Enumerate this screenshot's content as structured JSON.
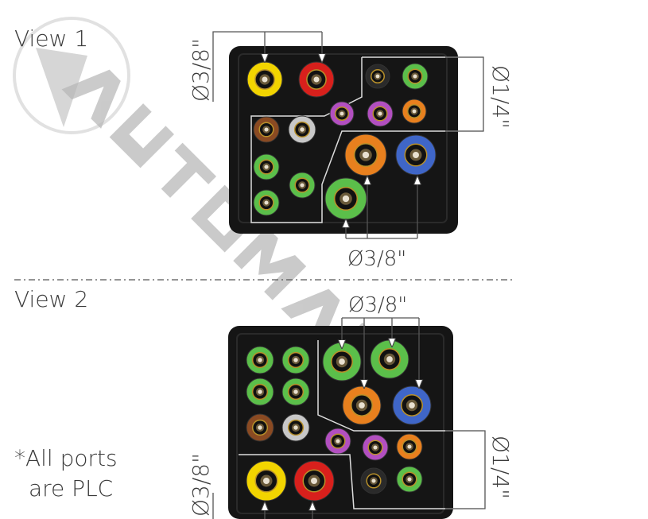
{
  "watermark": {
    "text": "AUTOMANN",
    "color": "#b5b5b5"
  },
  "view1": {
    "title": "View 1",
    "dim_left": "Ø3/8\"",
    "dim_right": "Ø1/4\"",
    "dim_bottom": "Ø3/8\"",
    "ports": [
      "#f2d400",
      "#d8201c",
      "#2a2a2a",
      "#5bbf4a",
      "#b24fc0",
      "#b24fc0",
      "#e8801e",
      "#8a4a22",
      "#c8c8c8",
      "#e8801e",
      "#3f66c8",
      "#5bbf4a",
      "#5bbf4a",
      "#5bbf4a",
      "#5bbf4a"
    ]
  },
  "view2": {
    "title": "View 2",
    "dim_top": "Ø3/8\"",
    "dim_right": "Ø1/4\"",
    "dim_left": "Ø3/8\"",
    "ports": [
      "#5bbf4a",
      "#5bbf4a",
      "#5bbf4a",
      "#5bbf4a",
      "#8a4a22",
      "#c8c8c8",
      "#5bbf4a",
      "#5bbf4a",
      "#e8801e",
      "#3f66c8",
      "#b24fc0",
      "#b24fc0",
      "#e8801e",
      "#f2d400",
      "#d8201c",
      "#2a2a2a",
      "#5bbf4a"
    ]
  },
  "note": {
    "line1": "*All ports",
    "line2": "are PLC"
  },
  "colors": {
    "housing": "#151515",
    "line": "#555555",
    "text": "#3a3a3a"
  }
}
